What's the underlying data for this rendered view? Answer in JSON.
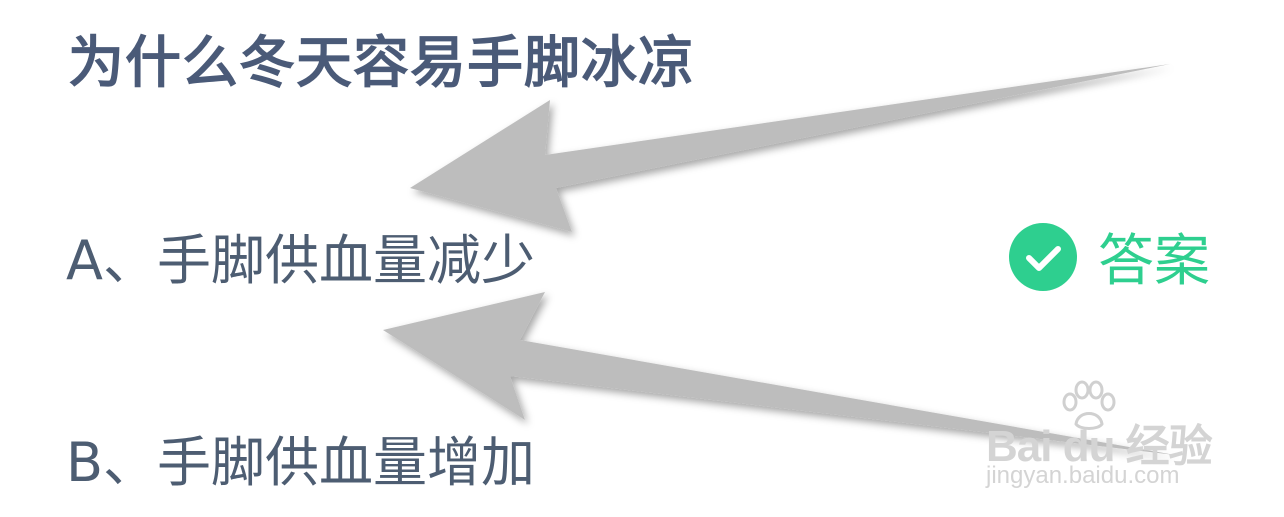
{
  "question": {
    "title": "为什么冬天容易手脚冰凉"
  },
  "options": [
    {
      "label": "A、手脚供血量减少"
    },
    {
      "label": "B、手脚供血量增加"
    }
  ],
  "answer": {
    "label": "答案",
    "icon": "check-circle-icon",
    "color": "#2ecf8f"
  },
  "annotations": {
    "arrow_color": "#bdbdbd",
    "icon": "arrow-icon"
  },
  "watermark": {
    "brand": "Bai du 经验",
    "url": "jingyan.baidu.com",
    "icon": "paw-icon"
  }
}
